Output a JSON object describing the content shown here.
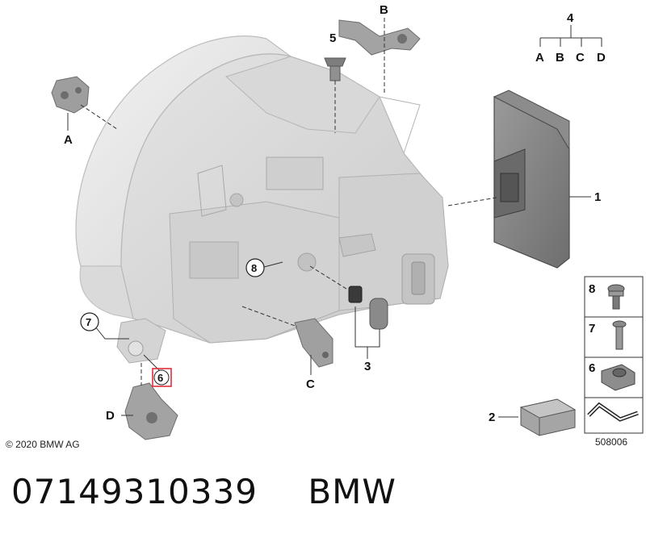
{
  "diagram": {
    "callouts": {
      "c1": "1",
      "c2": "2",
      "c3": "3",
      "c4": "4",
      "c5": "5",
      "c6": "6",
      "c7": "7",
      "c8": "8",
      "ca": "A",
      "cb": "B",
      "cc": "C",
      "cd": "D"
    },
    "tree_children": [
      "A",
      "B",
      "C",
      "D"
    ],
    "legend_box": {
      "item8": "8",
      "item7": "7",
      "item6": "6"
    },
    "copyright": "© 2020 BMW AG",
    "drawing_number": "508006",
    "highlight_color": "#e0303a"
  },
  "footer": {
    "part_number": "07149310339",
    "brand": "BMW"
  }
}
